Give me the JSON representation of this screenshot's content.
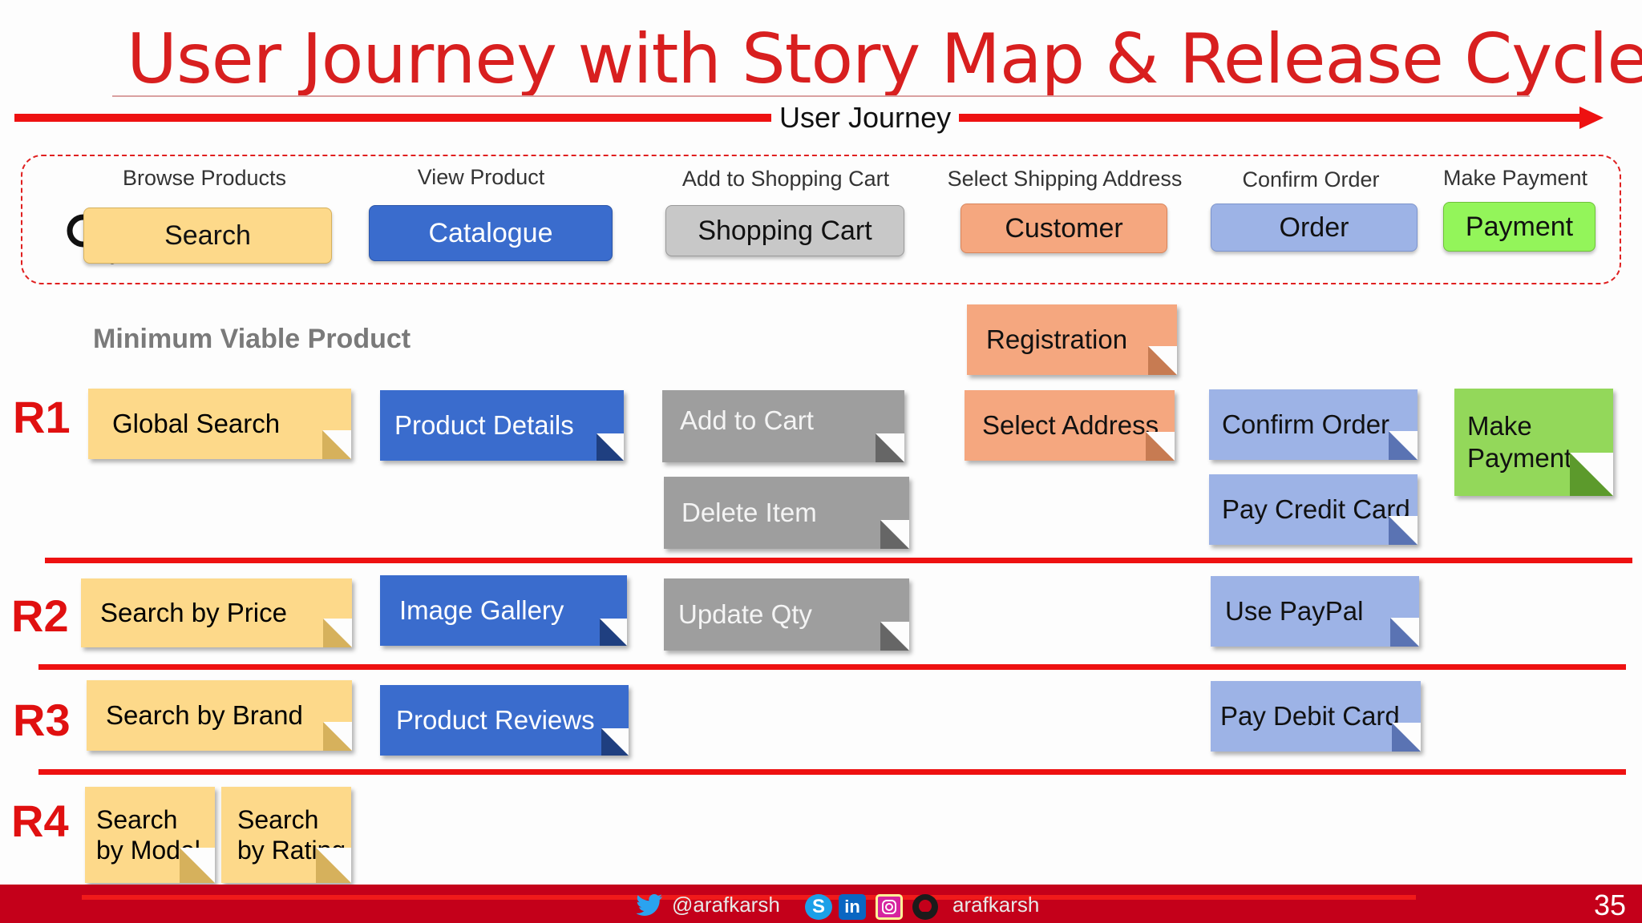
{
  "title": "User Journey with Story Map & Release Cycles",
  "journey_label": "User Journey",
  "mvp_label": "Minimum Viable Product",
  "colors": {
    "accent_red": "#ee1111",
    "search": "#fdd98a",
    "catalogue": "#3a6ccd",
    "cart": "#9e9e9e",
    "customer": "#f5a77f",
    "order": "#9db3e6",
    "payment": "#93d85a"
  },
  "activities": [
    {
      "label": "Browse Products",
      "card": "Search"
    },
    {
      "label": "View Product",
      "card": "Catalogue"
    },
    {
      "label": "Add to Shopping Cart",
      "card": "Shopping Cart"
    },
    {
      "label": "Select Shipping Address",
      "card": "Customer"
    },
    {
      "label": "Confirm Order",
      "card": "Order"
    },
    {
      "label": "Make Payment",
      "card": "Payment"
    }
  ],
  "releases": [
    "R1",
    "R2",
    "R3",
    "R4"
  ],
  "stories": {
    "global_search": "Global Search",
    "search_by_price": "Search by Price",
    "search_by_brand": "Search by Brand",
    "search_by_model": "Search by Model",
    "search_by_rating": "Search by Rating",
    "product_details": "Product Details",
    "image_gallery": "Image Gallery",
    "product_reviews": "Product Reviews",
    "add_to_cart": "Add to Cart",
    "delete_item": "Delete Item",
    "update_qty": "Update Qty",
    "registration": "Registration",
    "select_address": "Select Address",
    "confirm_order": "Confirm Order",
    "pay_credit_card": "Pay Credit Card",
    "use_paypal": "Use PayPal",
    "pay_debit_card": "Pay Debit Card",
    "make_payment": "Make Payment"
  },
  "footer": {
    "twitter_handle": "@arafkarsh",
    "username": "arafkarsh",
    "page_number": "35"
  }
}
